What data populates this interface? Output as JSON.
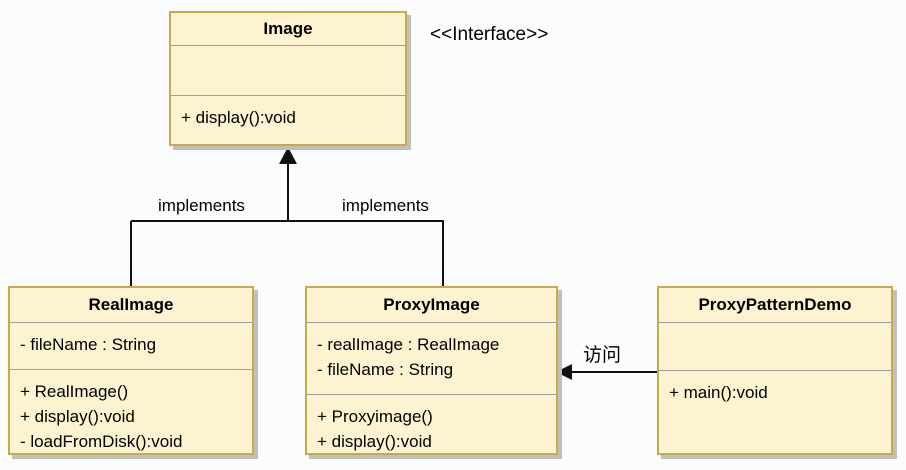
{
  "diagram": {
    "stereotype_label": "<<Interface>>",
    "edge_labels": {
      "implements_left": "implements",
      "implements_right": "implements",
      "access": "访问"
    },
    "classes": {
      "image": {
        "title": "Image",
        "attributes": [],
        "methods": [
          "+ display():void"
        ]
      },
      "real_image": {
        "title": "RealImage",
        "attributes": [
          "- fileName : String"
        ],
        "methods": [
          "+ RealImage()",
          "+ display():void",
          "- loadFromDisk():void"
        ]
      },
      "proxy_image": {
        "title": "ProxyImage",
        "attributes": [
          "- realImage : RealImage",
          "- fileName : String"
        ],
        "methods": [
          "+ Proxyimage()",
          "+ display():void"
        ]
      },
      "demo": {
        "title": "ProxyPatternDemo",
        "attributes": [],
        "methods": [
          "+ main():void"
        ]
      }
    },
    "colors": {
      "box_fill": "#FDF3D1",
      "box_border": "#C9A94B",
      "section_divider": "#9E9E9E",
      "box_shadow": "#BFBFBF",
      "connector": "#111111",
      "background": "#FBFCFE"
    }
  }
}
